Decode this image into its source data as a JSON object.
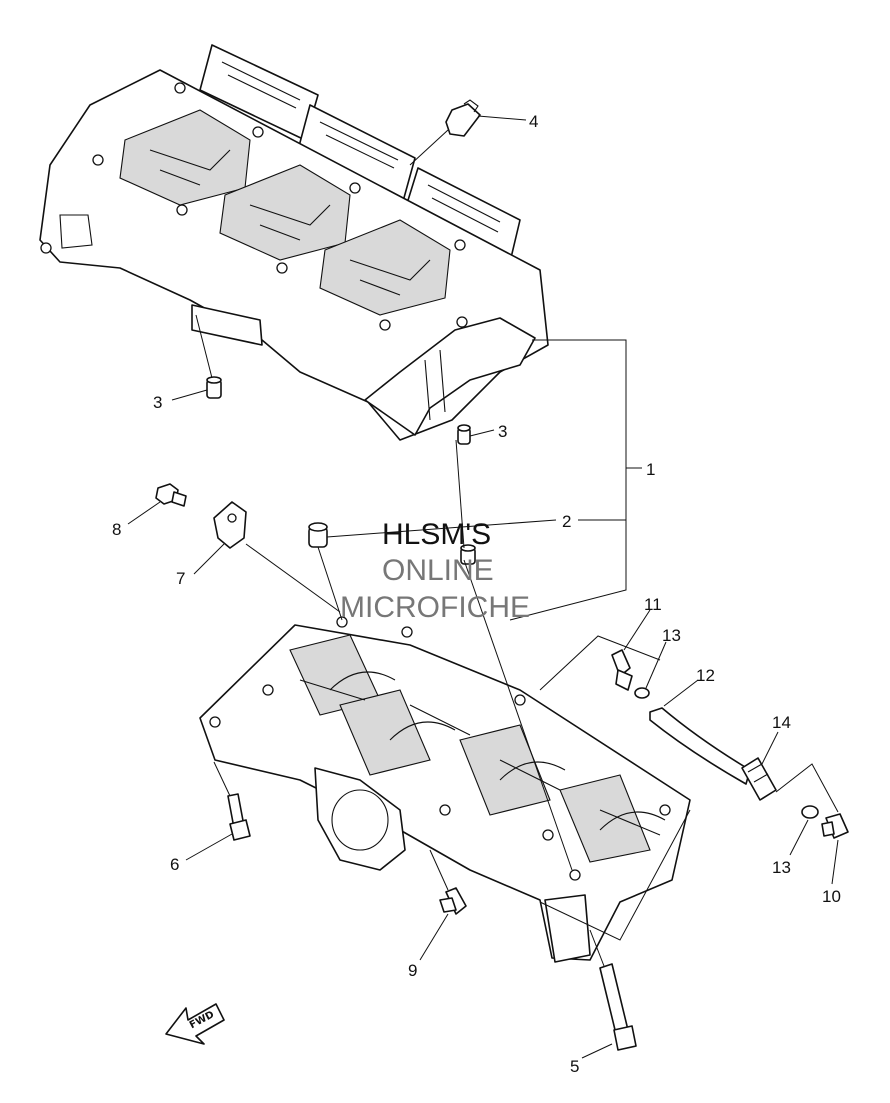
{
  "diagram": {
    "callouts": {
      "c1": "1",
      "c2": "2",
      "c3a": "3",
      "c3b": "3",
      "c4": "4",
      "c5": "5",
      "c6": "6",
      "c7": "7",
      "c8": "8",
      "c9": "9",
      "c10": "10",
      "c11": "11",
      "c12": "12",
      "c13a": "13",
      "c13b": "13",
      "c14": "14"
    },
    "watermark": {
      "line1": "HLSM'S",
      "line2": "ONLINE",
      "line3": "MICROFICHE"
    },
    "fwd_label": "FWD"
  }
}
